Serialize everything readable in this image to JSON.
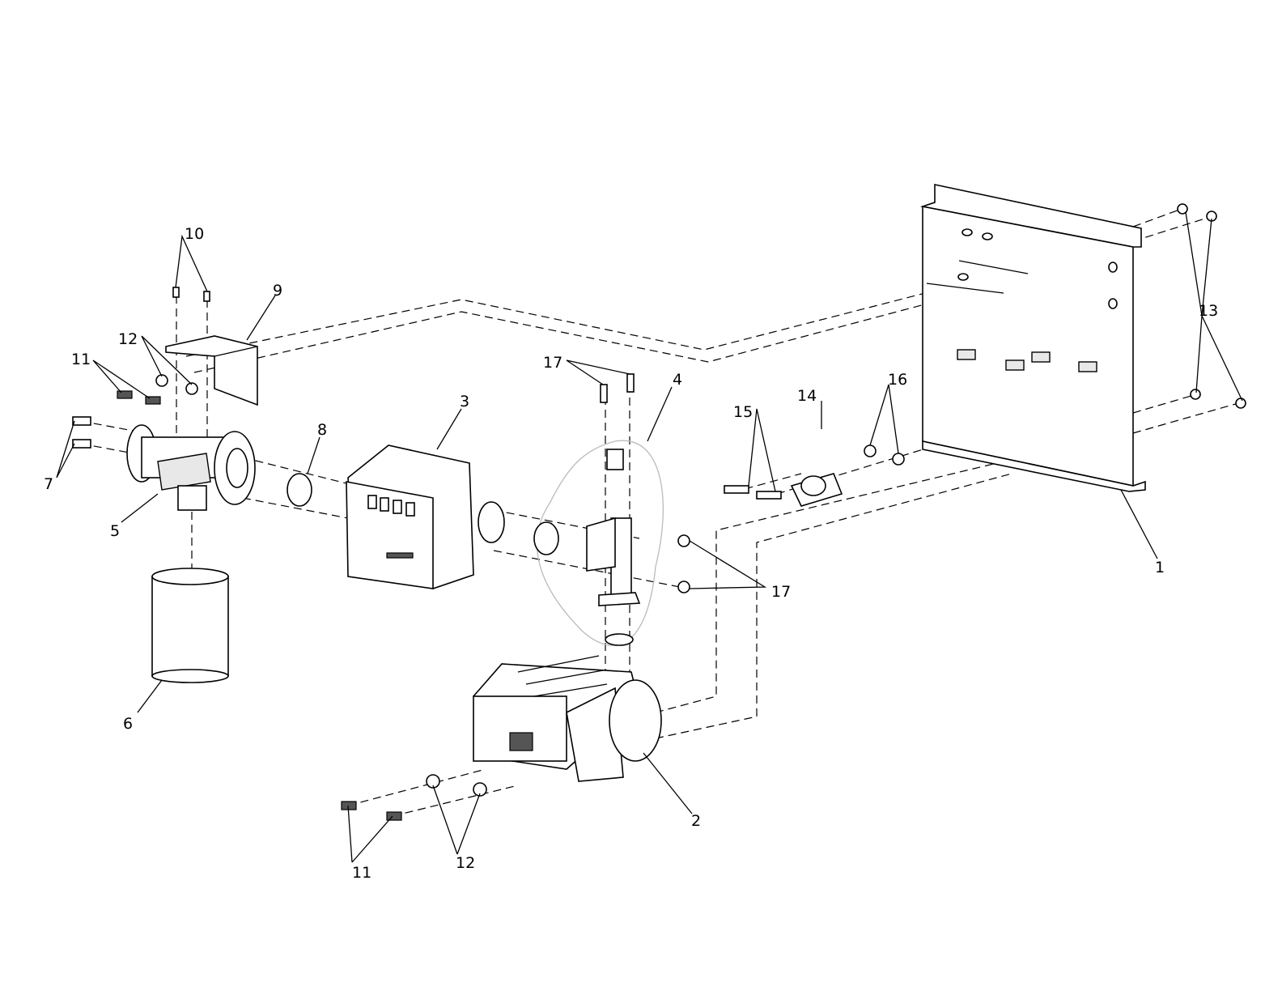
{
  "diagram": {
    "type": "exploded-parts-assembly",
    "callouts": [
      "1",
      "2",
      "3",
      "4",
      "5",
      "6",
      "7",
      "8",
      "9",
      "10",
      "11",
      "12",
      "13",
      "14",
      "15",
      "16",
      "17"
    ],
    "labels": {
      "l10": "10",
      "l9": "9",
      "l12a": "12",
      "l11a": "11",
      "l7": "7",
      "l5": "5",
      "l6": "6",
      "l8": "8",
      "l3": "3",
      "l17a": "17",
      "l4": "4",
      "l14": "14",
      "l15": "15",
      "l16": "16",
      "l13": "13",
      "l1": "1",
      "l17b": "17",
      "l2": "2",
      "l11b": "11",
      "l12b": "12"
    }
  }
}
